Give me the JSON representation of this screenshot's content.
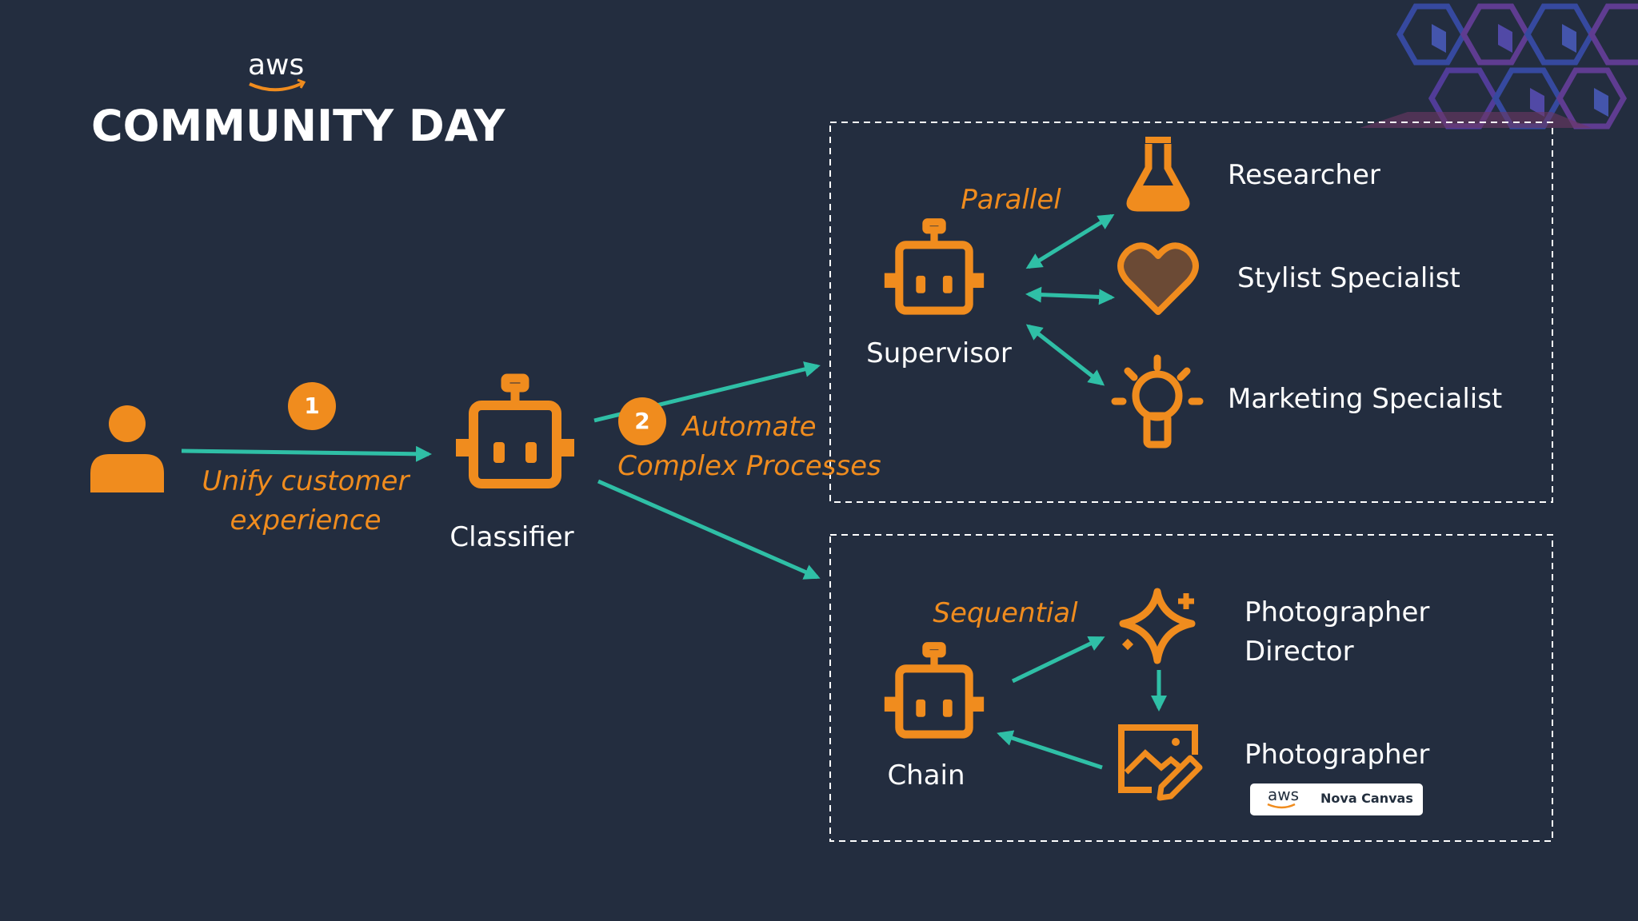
{
  "brand": {
    "aws": "aws",
    "event": "COMMUNITY DAY"
  },
  "steps": [
    {
      "number": "1",
      "caption": [
        "Unify customer",
        "experience"
      ]
    },
    {
      "number": "2",
      "caption": [
        "Automate",
        "Complex Processes"
      ]
    }
  ],
  "nodes": {
    "classifier": "Classifier",
    "supervisor": "Supervisor",
    "chain": "Chain"
  },
  "patterns": {
    "parallel": "Parallel",
    "sequential": "Sequential"
  },
  "agents": {
    "researcher": "Researcher",
    "stylist": "Stylist Specialist",
    "marketing": "Marketing Specialist",
    "photo_director": [
      "Photographer",
      "Director"
    ],
    "photographer": "Photographer"
  },
  "badge": {
    "aws": "aws",
    "product": "Nova Canvas"
  },
  "colors": {
    "background": "#232d3f",
    "accent": "#f08c1e",
    "arrow": "#2fbfa6",
    "text": "#ffffff",
    "heart_fill": "#6b4a35"
  },
  "icons": [
    "user-icon",
    "robot-icon",
    "flask-icon",
    "heart-icon",
    "lightbulb-icon",
    "sparkle-icon",
    "image-edit-icon"
  ]
}
